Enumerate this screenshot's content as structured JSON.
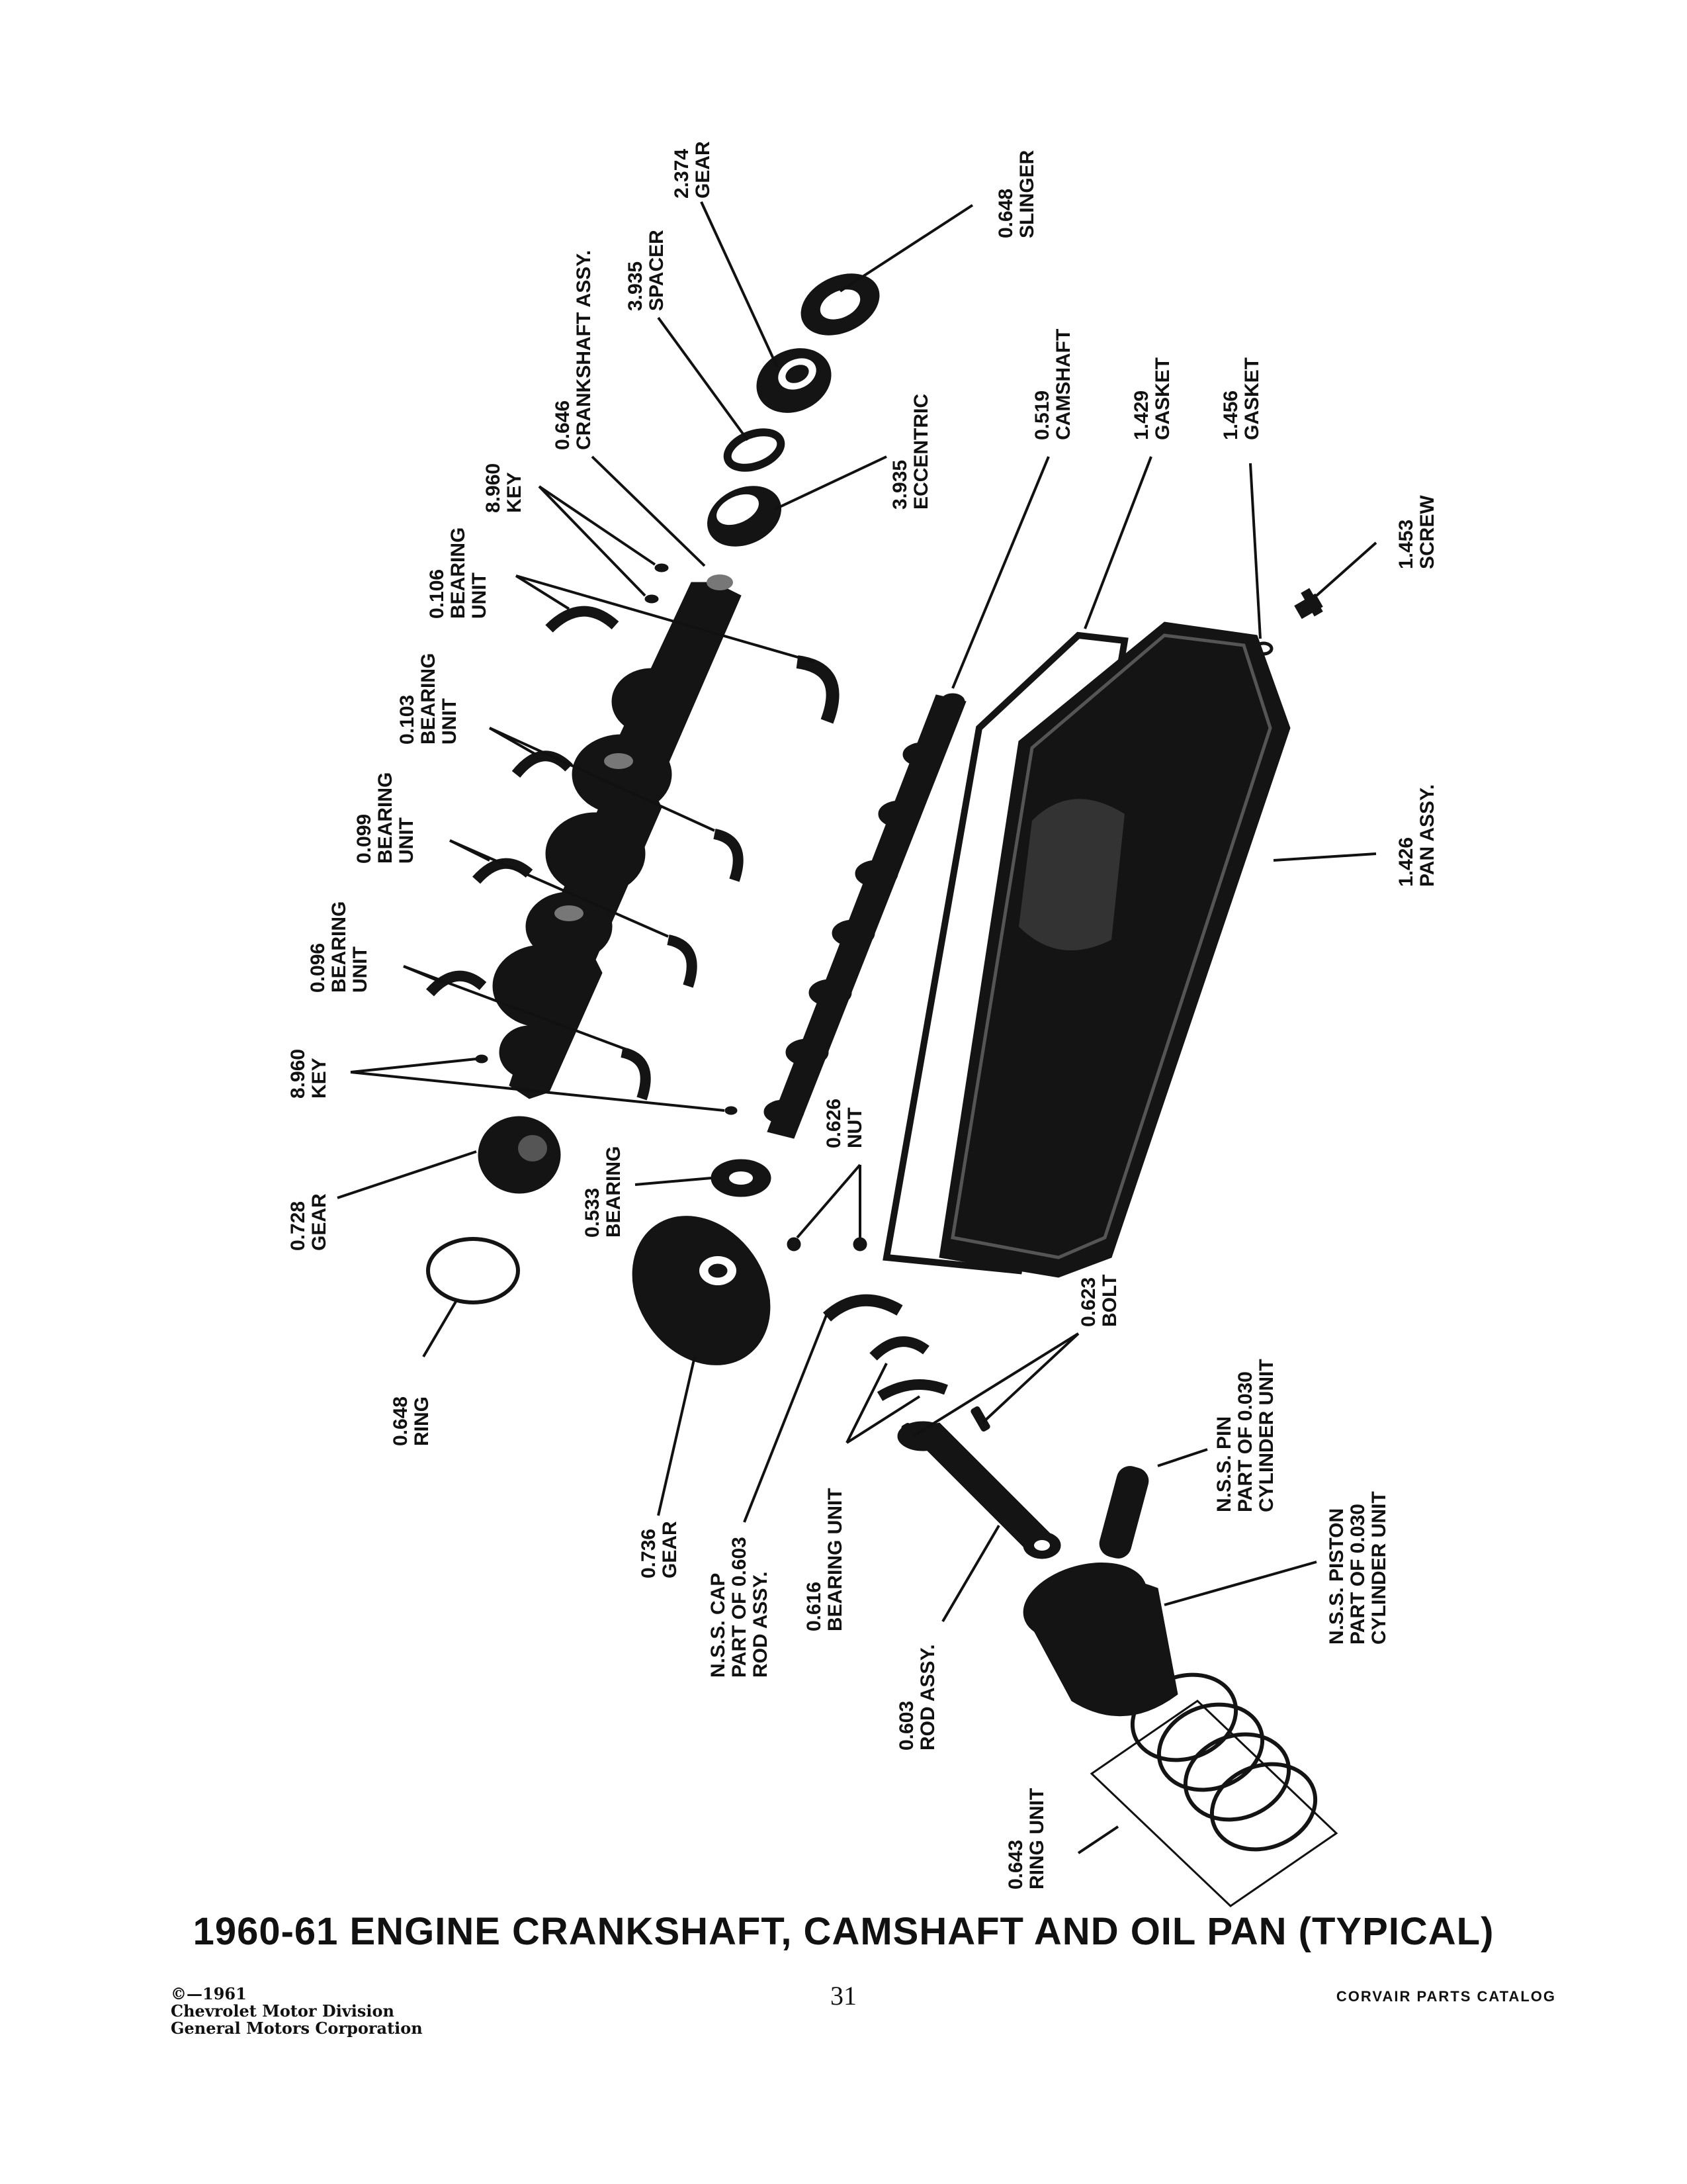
{
  "diagram": {
    "callouts": {
      "slinger": [
        "0.648",
        "SLINGER"
      ],
      "gear_2374": [
        "2.374",
        "GEAR"
      ],
      "spacer": [
        "3.935",
        "SPACER"
      ],
      "crankshaft_assy": [
        "0.646",
        "CRANKSHAFT ASSY."
      ],
      "key_top": [
        "8.960",
        "KEY"
      ],
      "eccentric": [
        "3.935",
        "ECCENTRIC"
      ],
      "bearing_0106": [
        "0.106",
        "BEARING",
        "UNIT"
      ],
      "bearing_0103": [
        "0.103",
        "BEARING",
        "UNIT"
      ],
      "bearing_0099": [
        "0.099",
        "BEARING",
        "UNIT"
      ],
      "bearing_0096": [
        "0.096",
        "BEARING",
        "UNIT"
      ],
      "key_bottom": [
        "8.960",
        "KEY"
      ],
      "gear_0728": [
        "0.728",
        "GEAR"
      ],
      "ring_0648": [
        "0.648",
        "RING"
      ],
      "bearing_0533": [
        "0.533",
        "BEARING"
      ],
      "nut": [
        "0.626",
        "NUT"
      ],
      "gear_0736": [
        "0.736",
        "GEAR"
      ],
      "cap": [
        "N.S.S. CAP",
        "PART OF 0.603",
        "ROD ASSY."
      ],
      "bearing_unit_0616": [
        "0.616",
        "BEARING UNIT"
      ],
      "bolt": [
        "0.623",
        "BOLT"
      ],
      "rod_assy": [
        "0.603",
        "ROD ASSY."
      ],
      "pin": [
        "N.S.S. PIN",
        "PART OF 0.030",
        "CYLINDER UNIT"
      ],
      "piston": [
        "N.S.S. PISTON",
        "PART OF 0.030",
        "CYLINDER UNIT"
      ],
      "ring_unit": [
        "0.643",
        "RING UNIT"
      ],
      "camshaft": [
        "0.519",
        "CAMSHAFT"
      ],
      "gasket_1429": [
        "1.429",
        "GASKET"
      ],
      "gasket_1456": [
        "1.456",
        "GASKET"
      ],
      "screw": [
        "1.453",
        "SCREW"
      ],
      "pan_assy": [
        "1.426",
        "PAN ASSY."
      ]
    }
  },
  "title": "1960-61 ENGINE CRANKSHAFT, CAMSHAFT AND OIL PAN (TYPICAL)",
  "footer": {
    "copyright_lines": [
      "©—1961",
      "Chevrolet Motor Division",
      "General Motors Corporation"
    ],
    "page_number": "31",
    "catalog_name": "CORVAIR PARTS CATALOG"
  }
}
